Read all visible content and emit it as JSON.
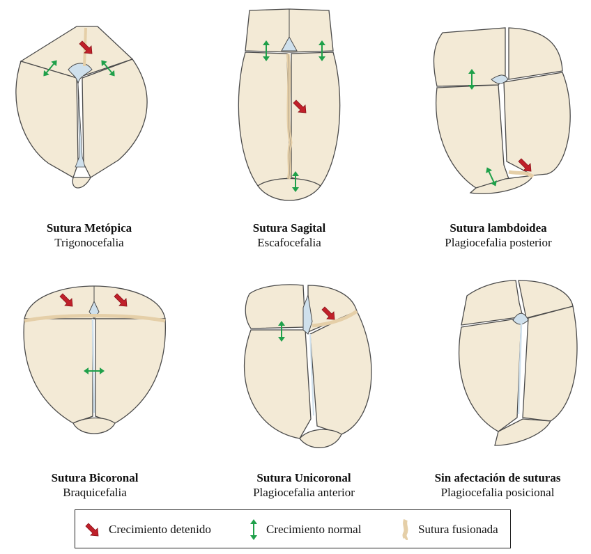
{
  "colors": {
    "bone": "#f3ead6",
    "outline": "#4a4a4a",
    "fontanelle": "#cfe0ec",
    "fused_suture": "#e5cfa8",
    "arrow_red": "#c0202a",
    "arrow_green": "#1fa04a"
  },
  "panels": [
    {
      "title": "Sutura Metópica",
      "subtitle": "Trigonocefalia"
    },
    {
      "title": "Sutura Sagital",
      "subtitle": "Escafocefalia"
    },
    {
      "title": "Sutura lambdoidea",
      "subtitle": "Plagiocefalia posterior"
    },
    {
      "title": "Sutura Bicoronal",
      "subtitle": "Braquicefalia"
    },
    {
      "title": "Sutura Unicoronal",
      "subtitle": "Plagiocefalia anterior"
    },
    {
      "title": "Sin afectación de suturas",
      "subtitle": "Plagiocefalia posicional"
    }
  ],
  "legend": {
    "items": [
      {
        "label": "Crecimiento detenido",
        "icon": "red-arrow-icon"
      },
      {
        "label": "Crecimiento normal",
        "icon": "green-double-arrow-icon"
      },
      {
        "label": "Sutura fusionada",
        "icon": "fused-suture-icon"
      }
    ]
  }
}
